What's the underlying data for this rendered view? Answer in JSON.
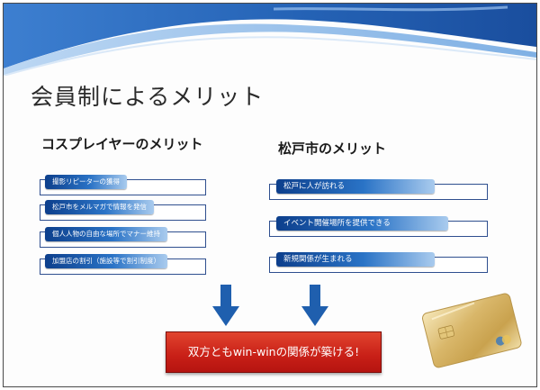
{
  "slide": {
    "title": "会員制によるメリット"
  },
  "left_column": {
    "heading": "コスプレイヤーのメリット",
    "items": [
      "撮影リピーターの獲得",
      "松戸市をメルマガで情報を発信",
      "個人人物の自由な場所でマナー維持",
      "加盟店の割引（施設等で割引制度）"
    ]
  },
  "right_column": {
    "heading": "松戸市のメリット",
    "items": [
      "松戸に人が訪れる",
      "イベント開催場所を提供できる",
      "新規関係が生まれる"
    ]
  },
  "banner": {
    "text": "双方ともwin-winの関係が築ける!"
  },
  "colors": {
    "pill_dark": "#0d3f8c",
    "pill_light": "#a9cbee",
    "arrow": "#1f5fae",
    "banner": "#c81f17"
  },
  "decorations": {
    "header_wave": "blue-wave-band",
    "card_image": "gold-credit-card"
  }
}
